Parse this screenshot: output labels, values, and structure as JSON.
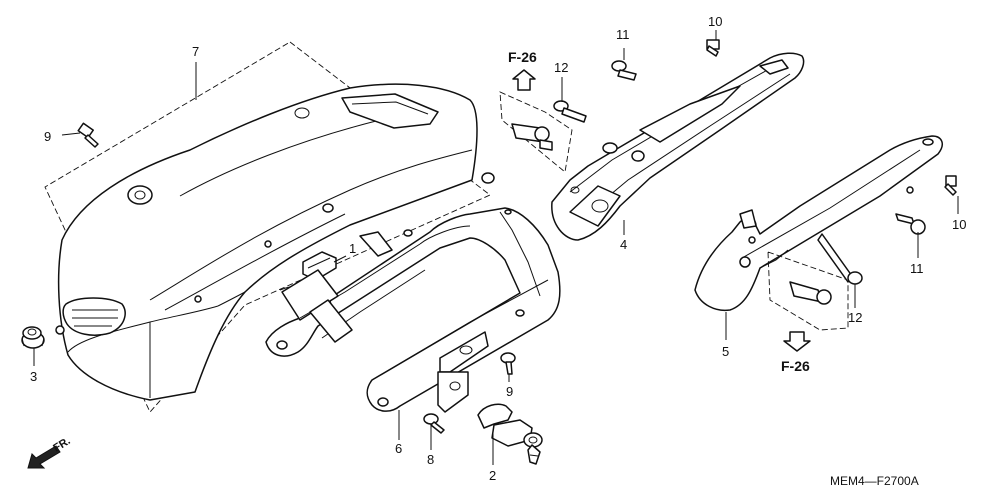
{
  "callouts": {
    "p1": "1",
    "p2": "2",
    "p3": "3",
    "p4": "4",
    "p5": "5",
    "p6": "6",
    "p7": "7",
    "p8": "8",
    "p9_left": "9",
    "p9_bottom": "9",
    "p10_top": "10",
    "p10_right": "10",
    "p11_top": "11",
    "p11_right": "11",
    "p12_top": "12",
    "p12_bottom": "12"
  },
  "refs": {
    "top": "F-26",
    "bottom": "F-26"
  },
  "front_label": "FR.",
  "diagram_code": "MEM4—F2700A"
}
